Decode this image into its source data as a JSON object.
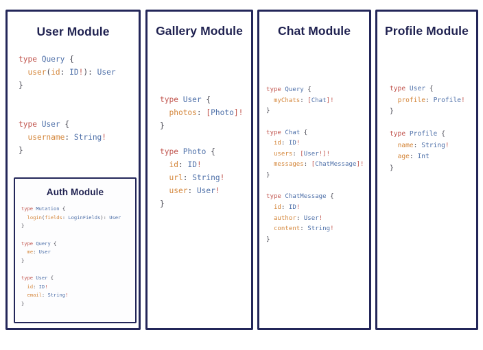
{
  "diagram": {
    "kind": "graphql-schema-modules",
    "background": "#ffffff",
    "border_color": "#232659",
    "title_color": "#1f2150",
    "syntax_colors": {
      "keyword": "#c1554e",
      "type_name": "#4d6fa8",
      "field_name": "#d4863a",
      "punctuation": "#4a4a55",
      "bracket_bang": "#c1554e"
    }
  },
  "modules": {
    "user": {
      "title": "User Module",
      "code": "type Query {\n  user(id: ID!): User\n}\n\n\ntype User {\n  username: String!\n}",
      "types": [
        {
          "keyword": "type",
          "name": "Query",
          "fields": [
            {
              "name": "user",
              "args": "id: ID!",
              "type": "User"
            }
          ]
        },
        {
          "keyword": "type",
          "name": "User",
          "fields": [
            {
              "name": "username",
              "type": "String!"
            }
          ]
        }
      ]
    },
    "auth": {
      "title": "Auth Module",
      "code": "type Mutation {\n  login(fields: LoginFields): User\n}\n\ntype Query {\n  me: User\n}\n\ntype User {\n  id: ID!\n  email: String!\n}",
      "types": [
        {
          "keyword": "type",
          "name": "Mutation",
          "fields": [
            {
              "name": "login",
              "args": "fields: LoginFields",
              "type": "User"
            }
          ]
        },
        {
          "keyword": "type",
          "name": "Query",
          "fields": [
            {
              "name": "me",
              "type": "User"
            }
          ]
        },
        {
          "keyword": "type",
          "name": "User",
          "fields": [
            {
              "name": "id",
              "type": "ID!"
            },
            {
              "name": "email",
              "type": "String!"
            }
          ]
        }
      ]
    },
    "gallery": {
      "title": "Gallery Module",
      "code": "type User {\n  photos: [Photo]!\n}\n\ntype Photo {\n  id: ID!\n  url: String!\n  user: User!\n}",
      "types": [
        {
          "keyword": "type",
          "name": "User",
          "fields": [
            {
              "name": "photos",
              "type": "[Photo]!"
            }
          ]
        },
        {
          "keyword": "type",
          "name": "Photo",
          "fields": [
            {
              "name": "id",
              "type": "ID!"
            },
            {
              "name": "url",
              "type": "String!"
            },
            {
              "name": "user",
              "type": "User!"
            }
          ]
        }
      ]
    },
    "chat": {
      "title": "Chat Module",
      "code": "type Query {\n  myChats: [Chat]!\n}\n\ntype Chat {\n  id: ID!\n  users: [User!]!\n  messages: [ChatMessage]!\n}\n\ntype ChatMessage {\n  id: ID!\n  author: User!\n  content: String!\n}",
      "types": [
        {
          "keyword": "type",
          "name": "Query",
          "fields": [
            {
              "name": "myChats",
              "type": "[Chat]!"
            }
          ]
        },
        {
          "keyword": "type",
          "name": "Chat",
          "fields": [
            {
              "name": "id",
              "type": "ID!"
            },
            {
              "name": "users",
              "type": "[User!]!"
            },
            {
              "name": "messages",
              "type": "[ChatMessage]!"
            }
          ]
        },
        {
          "keyword": "type",
          "name": "ChatMessage",
          "fields": [
            {
              "name": "id",
              "type": "ID!"
            },
            {
              "name": "author",
              "type": "User!"
            },
            {
              "name": "content",
              "type": "String!"
            }
          ]
        }
      ]
    },
    "profile": {
      "title": "Profile Module",
      "code": "type User {\n  profile: Profile!\n}\n\ntype Profile {\n  name: String!\n  age: Int\n}",
      "types": [
        {
          "keyword": "type",
          "name": "User",
          "fields": [
            {
              "name": "profile",
              "type": "Profile!"
            }
          ]
        },
        {
          "keyword": "type",
          "name": "Profile",
          "fields": [
            {
              "name": "name",
              "type": "String!"
            },
            {
              "name": "age",
              "type": "Int"
            }
          ]
        }
      ]
    }
  }
}
